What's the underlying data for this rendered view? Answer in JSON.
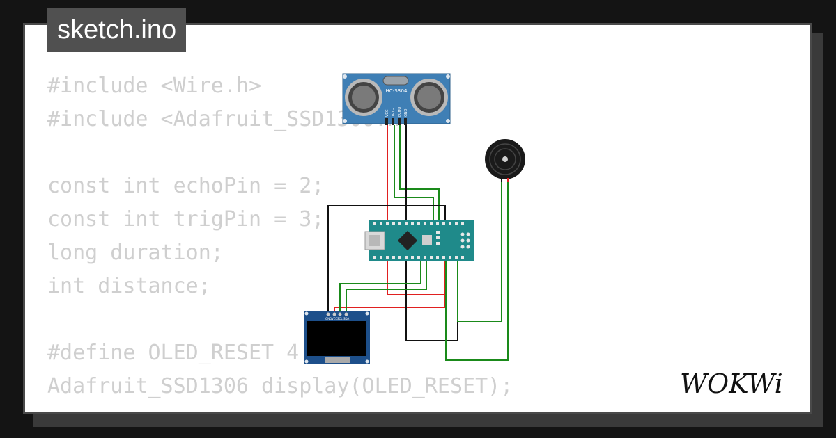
{
  "tab": {
    "title": "sketch.ino"
  },
  "code_lines": [
    "#include <Wire.h>",
    "#include <Adafruit_SSD1306.h>",
    "",
    "const int echoPin = 2;",
    "const int trigPin = 3;",
    "long duration;",
    "int distance;",
    "",
    "#define OLED_RESET 4",
    "Adafruit_SSD1306 display(OLED_RESET);"
  ],
  "components": {
    "sensor_model": "HC-SR04",
    "sensor_pins": [
      "VCC",
      "TRIG",
      "ECHO",
      "GND"
    ],
    "oled_pins": [
      "GND",
      "VCC",
      "SCL",
      "SDA"
    ]
  },
  "brand": {
    "logo_text": "WOKWi"
  },
  "colors": {
    "background": "#141414",
    "tab": "#505050",
    "code": "#cfcfcf",
    "board": "#1f8a8a",
    "sensor": "#3f7fb5",
    "wire_red": "#e02020",
    "wire_green": "#1a8a1a",
    "wire_black": "#111111"
  }
}
